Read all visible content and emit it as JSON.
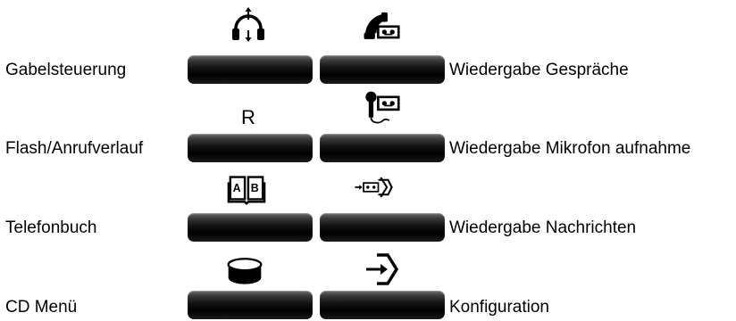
{
  "left": [
    {
      "label": "Gabelsteuerung",
      "icon": "headset-icon"
    },
    {
      "label": "Flash/Anrufverlauf",
      "icon": "r-letter-icon",
      "icon_text": "R"
    },
    {
      "label": "Telefonbuch",
      "icon": "phonebook-icon"
    },
    {
      "label": "CD Menü",
      "icon": "cd-drive-icon"
    }
  ],
  "right": [
    {
      "label": "Wiedergabe Gespräche",
      "icon": "phone-recorder-icon"
    },
    {
      "label": "Wiedergabe Mikrofon aufnahme",
      "icon": "mic-recorder-icon"
    },
    {
      "label": "Wiedergabe Nachrichten",
      "icon": "message-playback-icon"
    },
    {
      "label": "Konfiguration",
      "icon": "configuration-icon"
    }
  ],
  "colors": {
    "button": "#000000",
    "background": "#ffffff"
  }
}
